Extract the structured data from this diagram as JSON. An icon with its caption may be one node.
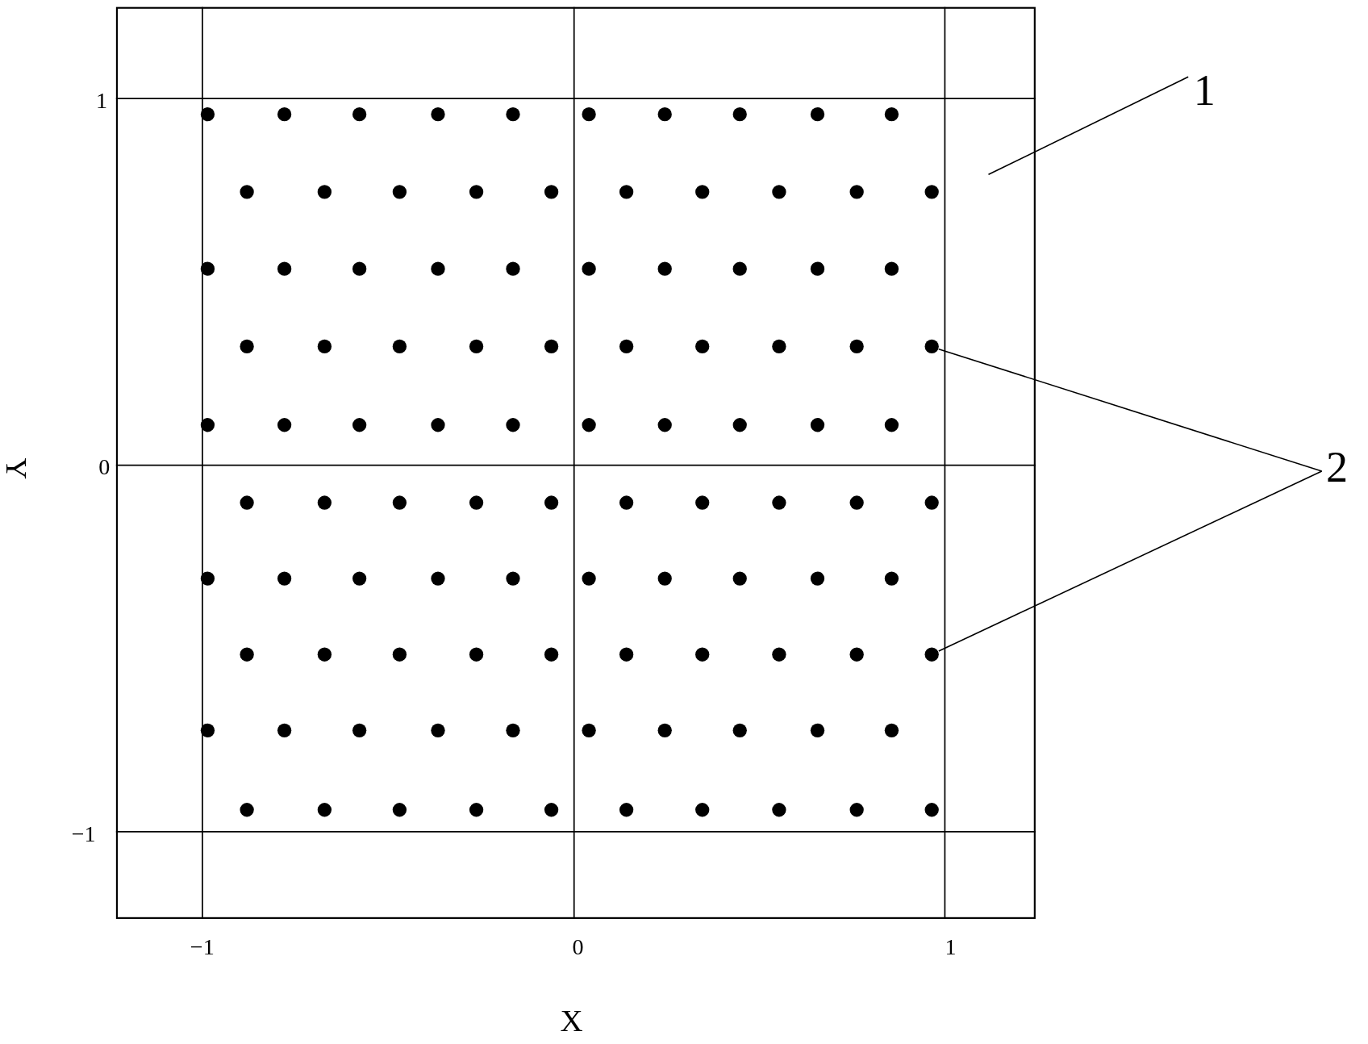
{
  "diagram": {
    "nodes": [
      {
        "text": [
          "1"
        ]
      },
      {
        "text": [],
        "shape": "box"
      },
      {
        "text": [
          "2"
        ]
      },
      {
        "text": [],
        "shape": "circle",
        "in": 1
      },
      {
        "text": [],
        "shape": "circle",
        "in": 1
      }
    ],
    "edges": [
      {
        "from": 0,
        "to": 1,
        "arrow": "none"
      },
      {
        "from": 2,
        "to": 3,
        "arrow": "none"
      },
      {
        "from": 2,
        "to": 4,
        "arrow": "none"
      }
    ],
    "labels": [
      "1",
      "0",
      "Y",
      "−1",
      "−1",
      "0",
      "1",
      "X"
    ]
  }
}
